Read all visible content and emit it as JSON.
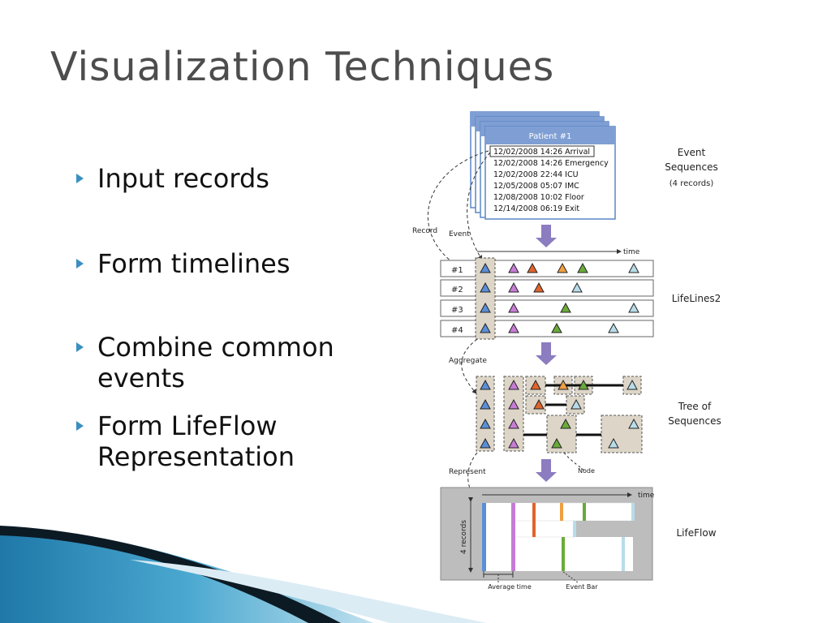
{
  "slide": {
    "title": "Visualization Techniques",
    "bullets": [
      {
        "text": "Input records"
      },
      {
        "text": "Form timelines"
      },
      {
        "text": "Combine common events"
      },
      {
        "text": "Form LifeFlow Representation"
      }
    ]
  },
  "diagram": {
    "patient_card_title": "Patient #1",
    "records": [
      "12/02/2008 14:26 Arrival",
      "12/02/2008 14:26 Emergency",
      "12/02/2008 22:44 ICU",
      "12/05/2008 05:07 IMC",
      "12/08/2008 10:02 Floor",
      "12/14/2008 06:19 Exit"
    ],
    "labels": {
      "record": "Record",
      "event": "Event",
      "time": "time",
      "aggregate": "Aggregate",
      "represent": "Represent",
      "node": "Node",
      "average_time": "Average time",
      "event_bar": "Event Bar",
      "four_records": "4 records"
    },
    "stages": {
      "event_sequences": [
        "Event",
        "Sequences",
        "(4 records)"
      ],
      "lifelines": "LifeLines2",
      "tree": [
        "Tree of",
        "Sequences"
      ],
      "lifeflow": "LifeFlow"
    },
    "rows": [
      "#1",
      "#2",
      "#3",
      "#4"
    ],
    "event_colors": {
      "blue": "#5a8fd8",
      "purple": "#c77bd6",
      "red": "#e0642c",
      "orange": "#f0a040",
      "green": "#6aab3a",
      "lightblue": "#b8dcea"
    },
    "accent_arrow_color": "#8c7cc0"
  }
}
